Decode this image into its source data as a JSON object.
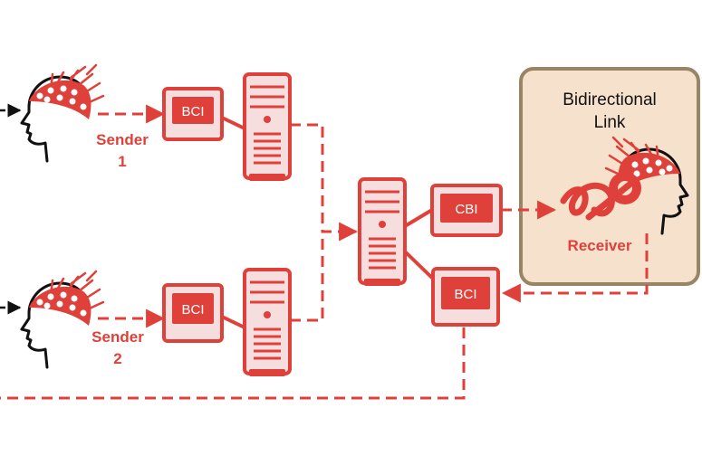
{
  "colors": {
    "accent": "#e0403a",
    "box_fill": "#f7dede",
    "link_bg": "#f6e2cc",
    "link_border": "#9a8466",
    "ink": "#111111"
  },
  "senders": [
    {
      "name": "Sender",
      "number": "1"
    },
    {
      "name": "Sender",
      "number": "2"
    }
  ],
  "interfaces": {
    "sender1_bci": "BCI",
    "sender2_bci": "BCI",
    "central_cbi": "CBI",
    "central_bci": "BCI"
  },
  "bidirectional": {
    "title_line1": "Bidirectional",
    "title_line2": "Link",
    "receiver_label": "Receiver"
  },
  "icons": [
    "head-with-eeg-cap-icon",
    "computer-tower-icon",
    "monitor-icon",
    "tms-coil-icon"
  ]
}
